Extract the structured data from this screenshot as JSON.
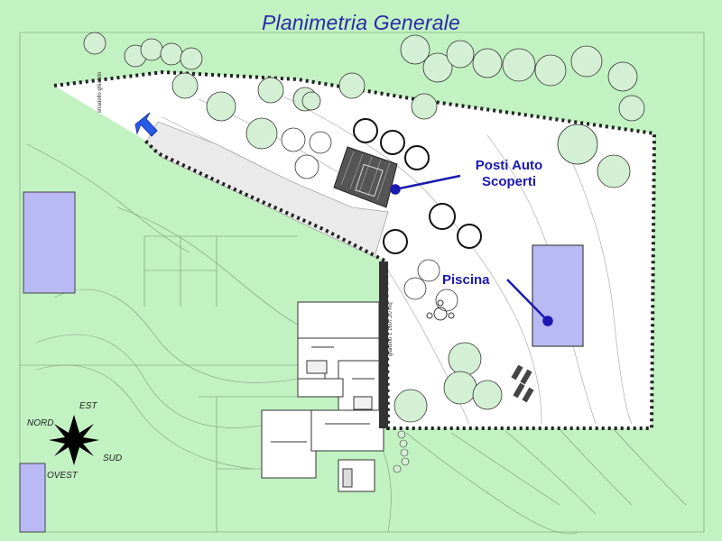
{
  "map": {
    "title": "Planimetria Generale",
    "callouts": {
      "parking_line1": "Posti Auto",
      "parking_line2": "Scoperti",
      "pool": "Piscina"
    },
    "compass": {
      "north": "NORD",
      "east": "EST",
      "south": "SUD",
      "west": "OVEST"
    },
    "small_notes": {
      "road": "stradello ghiaiato",
      "area": "giardino 1 1607.20 mq"
    },
    "colors": {
      "background": "#c2f2c2",
      "plot_fill": "#ffffff",
      "boundary": "#222222",
      "pool": "#b9b9f5",
      "callout_text": "#1a1ab0",
      "title_text": "#2a2aa8",
      "entrance_arrow": "#2a5ae8",
      "tree_fill": "#d4f0d4"
    }
  }
}
